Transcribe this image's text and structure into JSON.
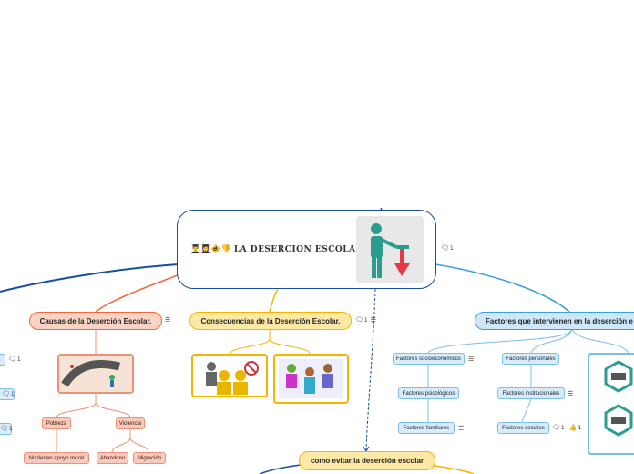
{
  "central": {
    "emoji": "👨‍🎓👩‍🎓🚸👎",
    "title": "LA DESERCION ESCOLAR",
    "note_count": "1"
  },
  "branches": {
    "causas": {
      "title": "Causas de la Deserción Escolar.",
      "children": [
        "Pobreza",
        "Violencia"
      ],
      "pobreza_child": "No tienen apoyo moral",
      "violencia_children": [
        "Abandono",
        "Migración"
      ],
      "left_counts": [
        "1",
        "1",
        "1"
      ]
    },
    "consecuencias": {
      "title": "Consecuencias de la Deserción Escolar.",
      "note_count": "1"
    },
    "factores": {
      "title": "Factores que intervienen en la deserción e",
      "children": [
        "Factores socioeconómicos",
        "Factores personales",
        "Factores psicológicos",
        "Factores institucionales",
        "Factores  familiares",
        "Factores sociales"
      ],
      "sociales_notes": "1",
      "sociales_likes": "1"
    },
    "evitar": {
      "title": "como evitar la deserción escolar"
    }
  },
  "colors": {
    "red": "#ee6a3e",
    "yellow": "#f4b400",
    "blue": "#3b9ede",
    "navy": "#1a4fa0"
  }
}
